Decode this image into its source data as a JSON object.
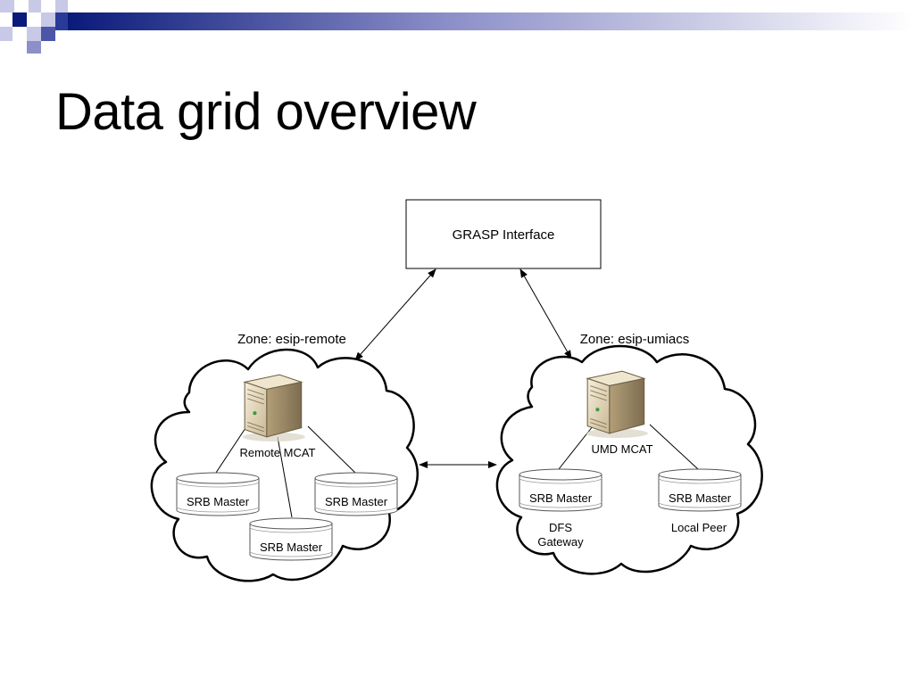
{
  "slide": {
    "title": "Data grid overview"
  },
  "colors": {
    "banner_dark": "#0a1a7a",
    "banner_mid": "#8c8fc8",
    "banner_light": "#ffffff",
    "line": "#000000"
  },
  "diagram": {
    "interface_box": "GRASP Interface",
    "zones": [
      {
        "label": "Zone: esip-remote",
        "mcat": "Remote MCAT",
        "masters": [
          "SRB Master",
          "SRB Master",
          "SRB Master"
        ],
        "notes": []
      },
      {
        "label": "Zone: esip-umiacs",
        "mcat": "UMD MCAT",
        "masters": [
          "SRB Master",
          "SRB Master"
        ],
        "notes": [
          "DFS",
          "Gateway",
          "Local Peer"
        ]
      }
    ],
    "icons": [
      "server-icon",
      "disk-icon"
    ]
  }
}
